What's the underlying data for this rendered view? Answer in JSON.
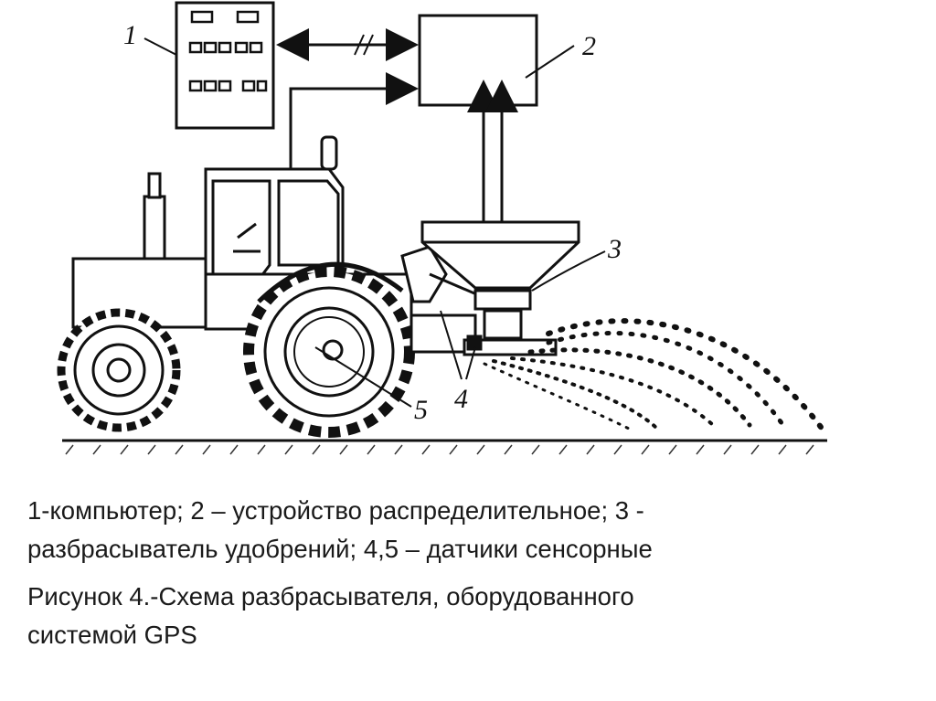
{
  "diagram": {
    "callouts": {
      "n1": "1",
      "n2": "2",
      "n3": "3",
      "n4": "4",
      "n5": "5"
    }
  },
  "caption": {
    "legend_line1": "1-компьютер; 2 – устройство  распределительное; 3 -",
    "legend_line2": "разбрасыватель удобрений; 4,5 – датчики сенсорные",
    "figure_line1": "Рисунок 4.-Схема разбрасывателя, оборудованного",
    "figure_line2": "системой  GPS"
  }
}
